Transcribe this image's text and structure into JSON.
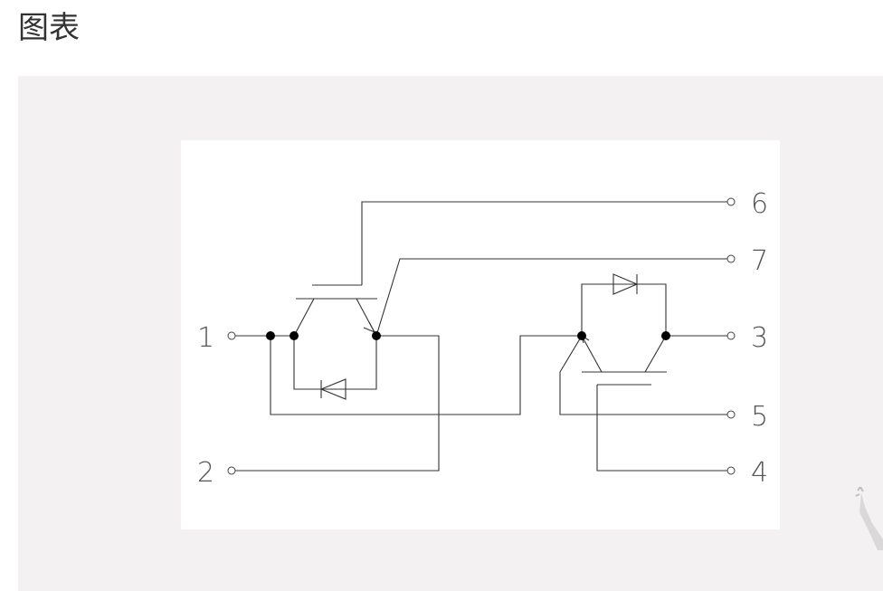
{
  "section": {
    "title": "图表"
  },
  "diagram": {
    "pins": [
      {
        "id": "1",
        "label": "1"
      },
      {
        "id": "2",
        "label": "2"
      },
      {
        "id": "3",
        "label": "3"
      },
      {
        "id": "4",
        "label": "4"
      },
      {
        "id": "5",
        "label": "5"
      },
      {
        "id": "6",
        "label": "6"
      },
      {
        "id": "7",
        "label": "7"
      }
    ]
  },
  "colors": {
    "panel_background": "#f3f1f1",
    "line": "#333333"
  },
  "icons": {
    "corner_decoration": "hand-icon"
  }
}
